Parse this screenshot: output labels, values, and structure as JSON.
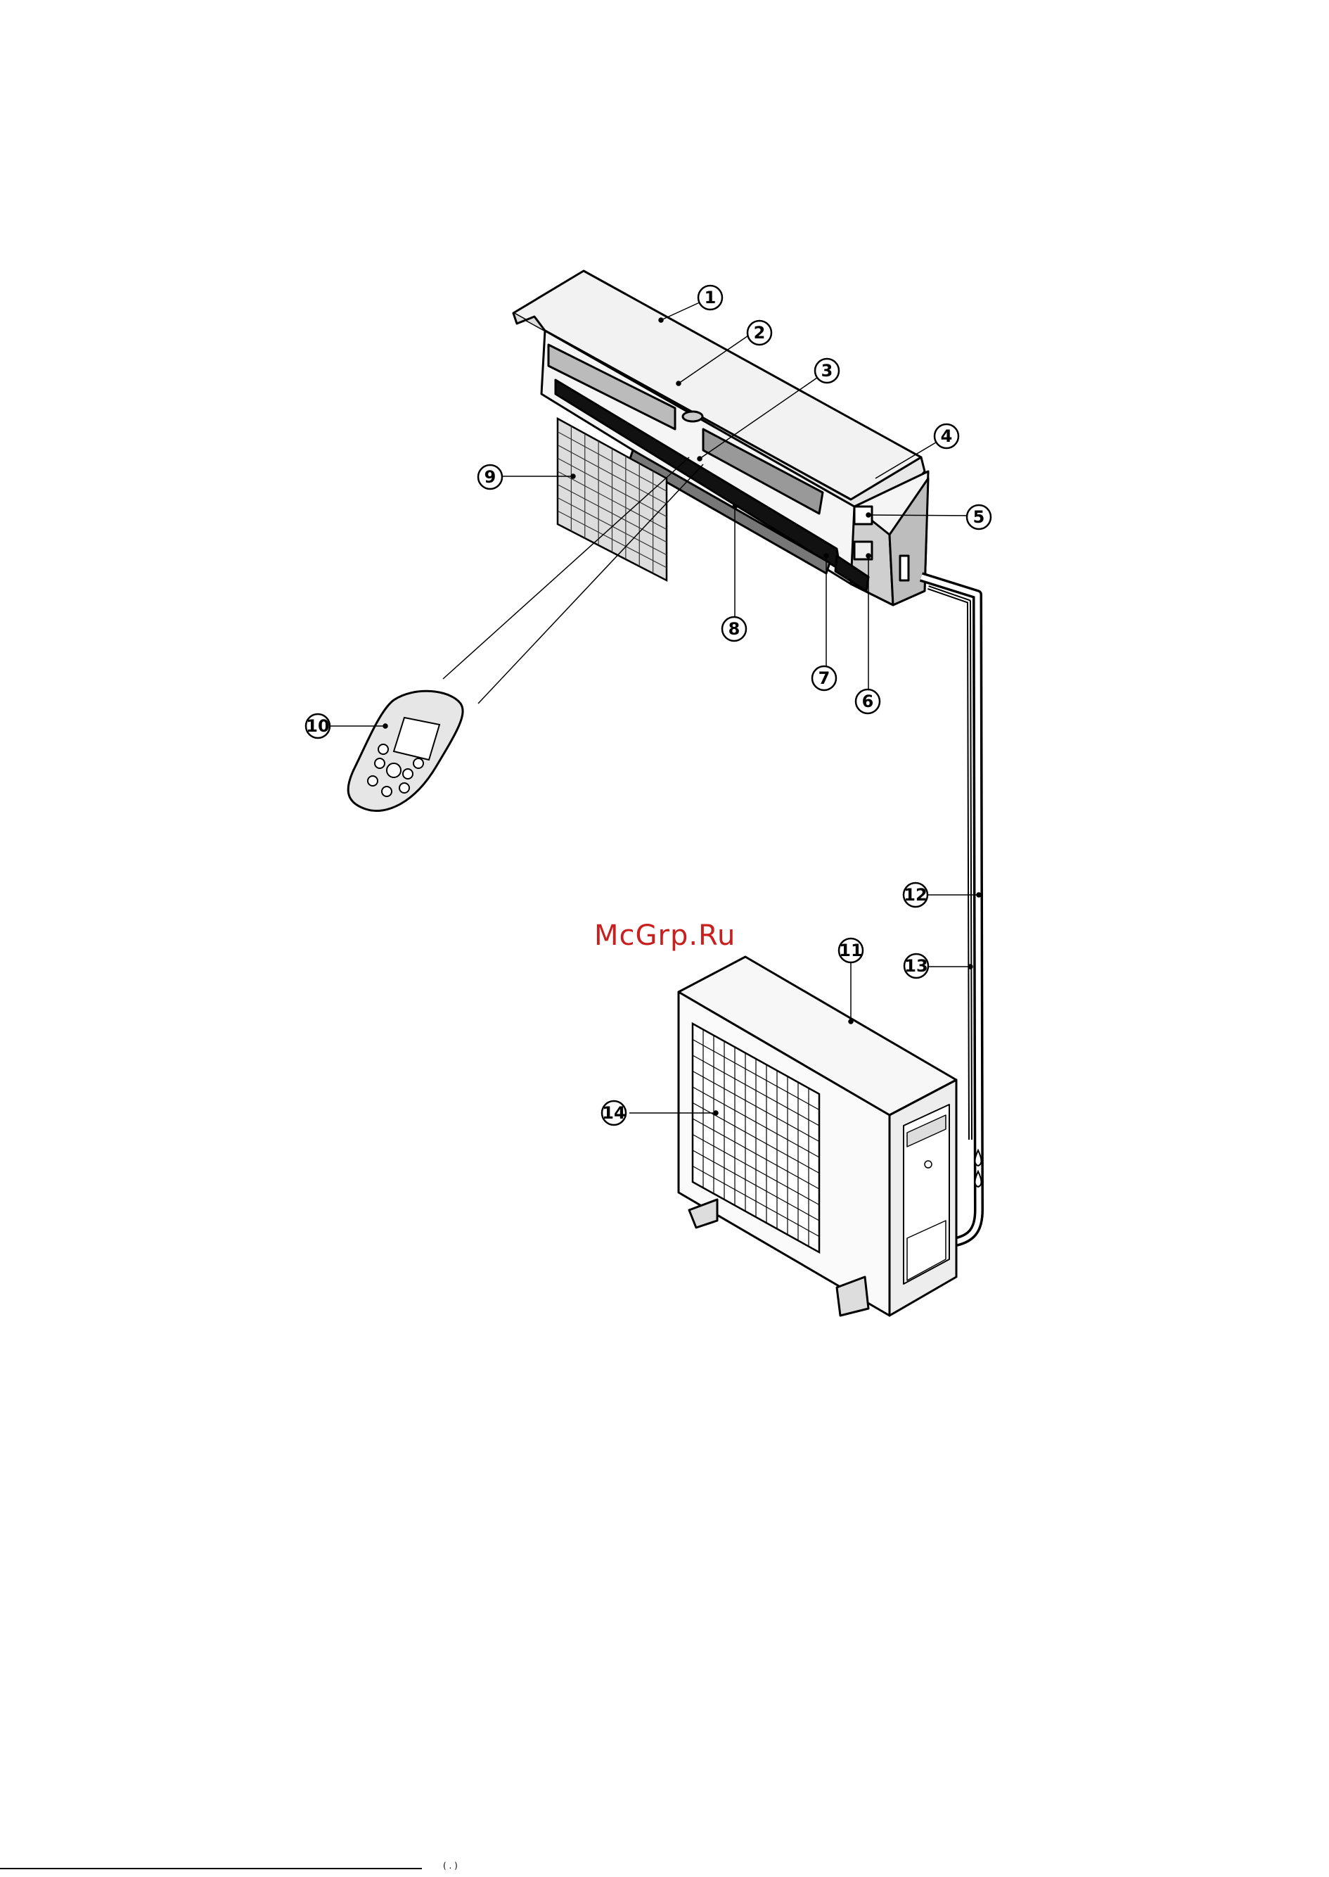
{
  "watermark": "McGrp.Ru",
  "callouts": [
    {
      "id": "1",
      "label": "1"
    },
    {
      "id": "2",
      "label": "2"
    },
    {
      "id": "3",
      "label": "3"
    },
    {
      "id": "4",
      "label": "4"
    },
    {
      "id": "5",
      "label": "5"
    },
    {
      "id": "6",
      "label": "6"
    },
    {
      "id": "7",
      "label": "7"
    },
    {
      "id": "8",
      "label": "8"
    },
    {
      "id": "9",
      "label": "9"
    },
    {
      "id": "10",
      "label": "10"
    },
    {
      "id": "11",
      "label": "11"
    },
    {
      "id": "12",
      "label": "12"
    },
    {
      "id": "13",
      "label": "13"
    },
    {
      "id": "14",
      "label": "14"
    }
  ],
  "footer_mark": "( . )"
}
